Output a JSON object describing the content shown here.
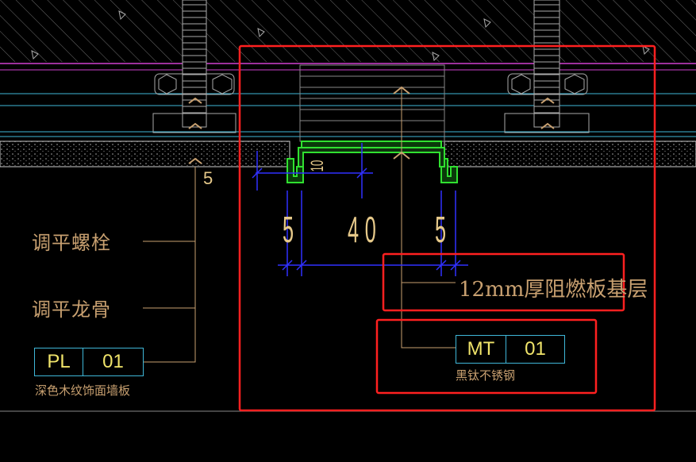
{
  "labels": {
    "leveling_bolt": "调平螺栓",
    "leveling_keel": "调平龙骨",
    "panel_caption": "深色木纹饰面墙板",
    "board_note": "12mm厚阻燃板基层",
    "steel_caption": "黑钛不锈钢"
  },
  "tags": {
    "pl": {
      "code": "PL",
      "num": "01"
    },
    "mt": {
      "code": "MT",
      "num": "01"
    }
  },
  "dimensions": {
    "left": "5",
    "middle": "40",
    "right": "5",
    "gap": "10",
    "side": "5"
  },
  "colors": {
    "background": "#000000",
    "highlight_box": "#ff2020",
    "dimension_line": "#3030ff",
    "profile": "#30e030",
    "leader": "#c8a070",
    "tag_border": "#3fb7d8"
  }
}
